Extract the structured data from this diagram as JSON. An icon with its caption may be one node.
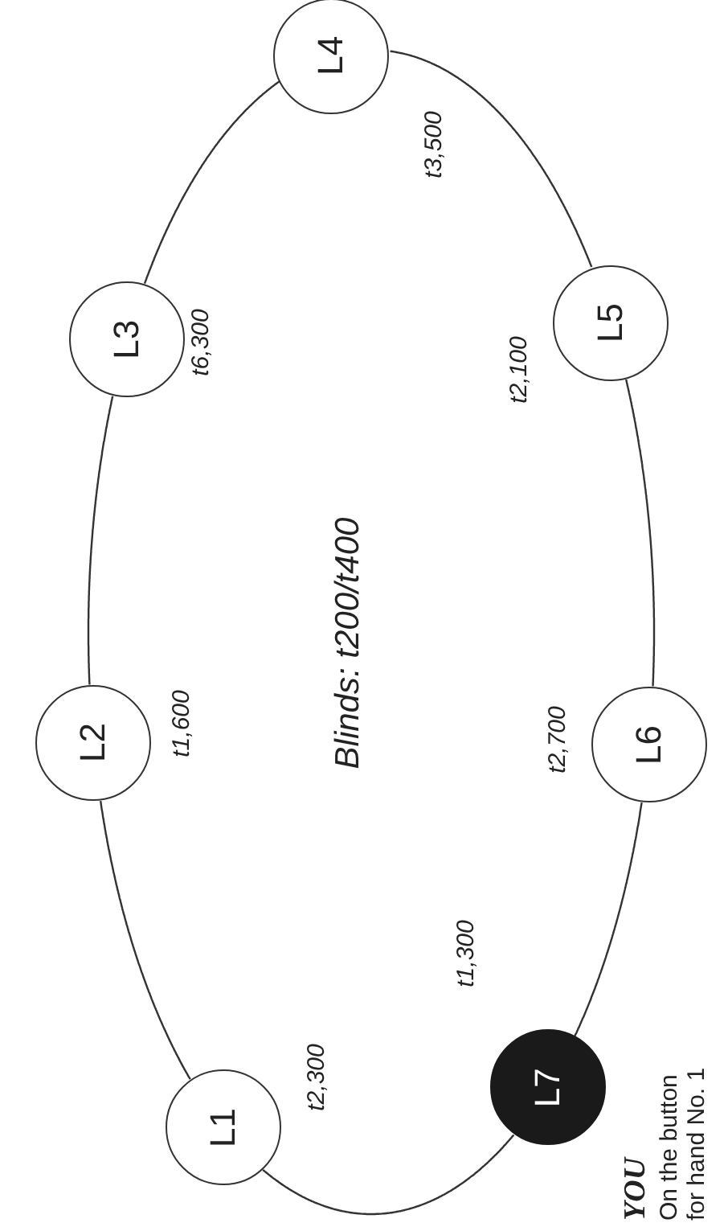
{
  "diagram": {
    "nodes": [
      {
        "text": [
          "L1"
        ],
        "beside": [
          "t2,300"
        ]
      },
      {
        "text": [
          "L2"
        ],
        "beside": [
          "t1,600"
        ]
      },
      {
        "text": [
          "L3"
        ],
        "beside": [
          "t6,300"
        ]
      },
      {
        "text": [
          "L4"
        ],
        "beside": [
          "t3,500"
        ]
      },
      {
        "text": [
          "L5"
        ],
        "beside": [
          "t2,100"
        ]
      },
      {
        "text": [
          "L6"
        ],
        "beside": [
          "t2,700"
        ]
      },
      {
        "text": [
          "L7"
        ],
        "beside": [
          "t1,300",
          "YOU",
          "On the button for hand No. 1"
        ]
      }
    ],
    "edges": [
      {
        "from": 0,
        "to": 1,
        "arrow": "none"
      },
      {
        "from": 1,
        "to": 2,
        "arrow": "none"
      },
      {
        "from": 2,
        "to": 3,
        "arrow": "none"
      },
      {
        "from": 3,
        "to": 4,
        "arrow": "none"
      },
      {
        "from": 4,
        "to": 5,
        "arrow": "none"
      },
      {
        "from": 5,
        "to": 6,
        "arrow": "none"
      },
      {
        "from": 6,
        "to": 0,
        "arrow": "none"
      }
    ],
    "labels": [
      "Blinds: t200/t400"
    ]
  }
}
